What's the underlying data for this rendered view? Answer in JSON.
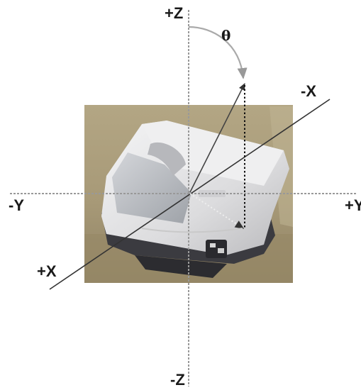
{
  "axes": {
    "plus_z": "+Z",
    "minus_z": "-Z",
    "plus_y": "+Y",
    "minus_y": "-Y",
    "plus_x": "+X",
    "minus_x": "-X"
  },
  "angle_label": "θ",
  "colors": {
    "axis_line": "#999999",
    "x_axis_line": "#333333",
    "vector": "#444444",
    "angle_arc": "#aaaaaa",
    "projection_vector": "#bbbbbb",
    "dotted_drop": "#111111"
  },
  "photo": {
    "subject": "white projector on a beige surface",
    "colors": {
      "background_wall": "#a89a78",
      "floor": "#9c8d6d",
      "body": "#e9e9ea",
      "base": "#3a3a3e"
    }
  }
}
